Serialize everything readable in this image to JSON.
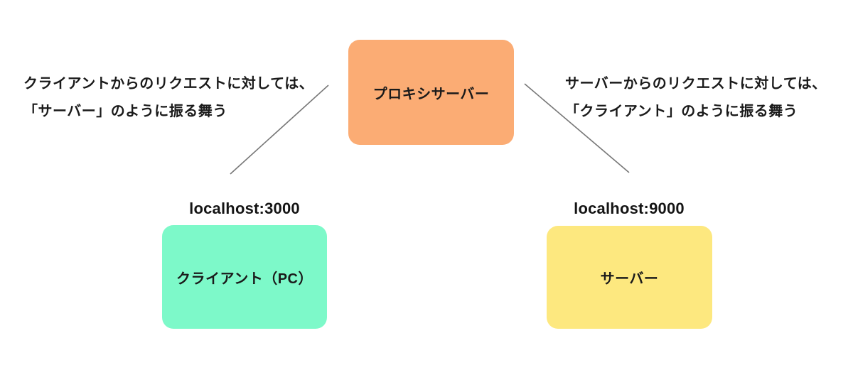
{
  "diagram": {
    "boxes": {
      "proxy": {
        "label": "プロキシサーバー",
        "fill": "#FBAC74"
      },
      "client": {
        "label": "クライアント（PC）",
        "fill": "#7DF9C9",
        "address": "localhost:3000"
      },
      "server": {
        "label": "サーバー",
        "fill": "#FDE87F",
        "address": "localhost:9000"
      }
    },
    "notes": {
      "left": {
        "line1": "クライアントからのリクエストに対しては、",
        "line2": "「サーバー」のように振る舞う"
      },
      "right": {
        "line1": "サーバーからのリクエストに対しては、",
        "line2": "「クライアント」のように振る舞う"
      }
    },
    "connectors": {
      "color": "#777777"
    }
  }
}
